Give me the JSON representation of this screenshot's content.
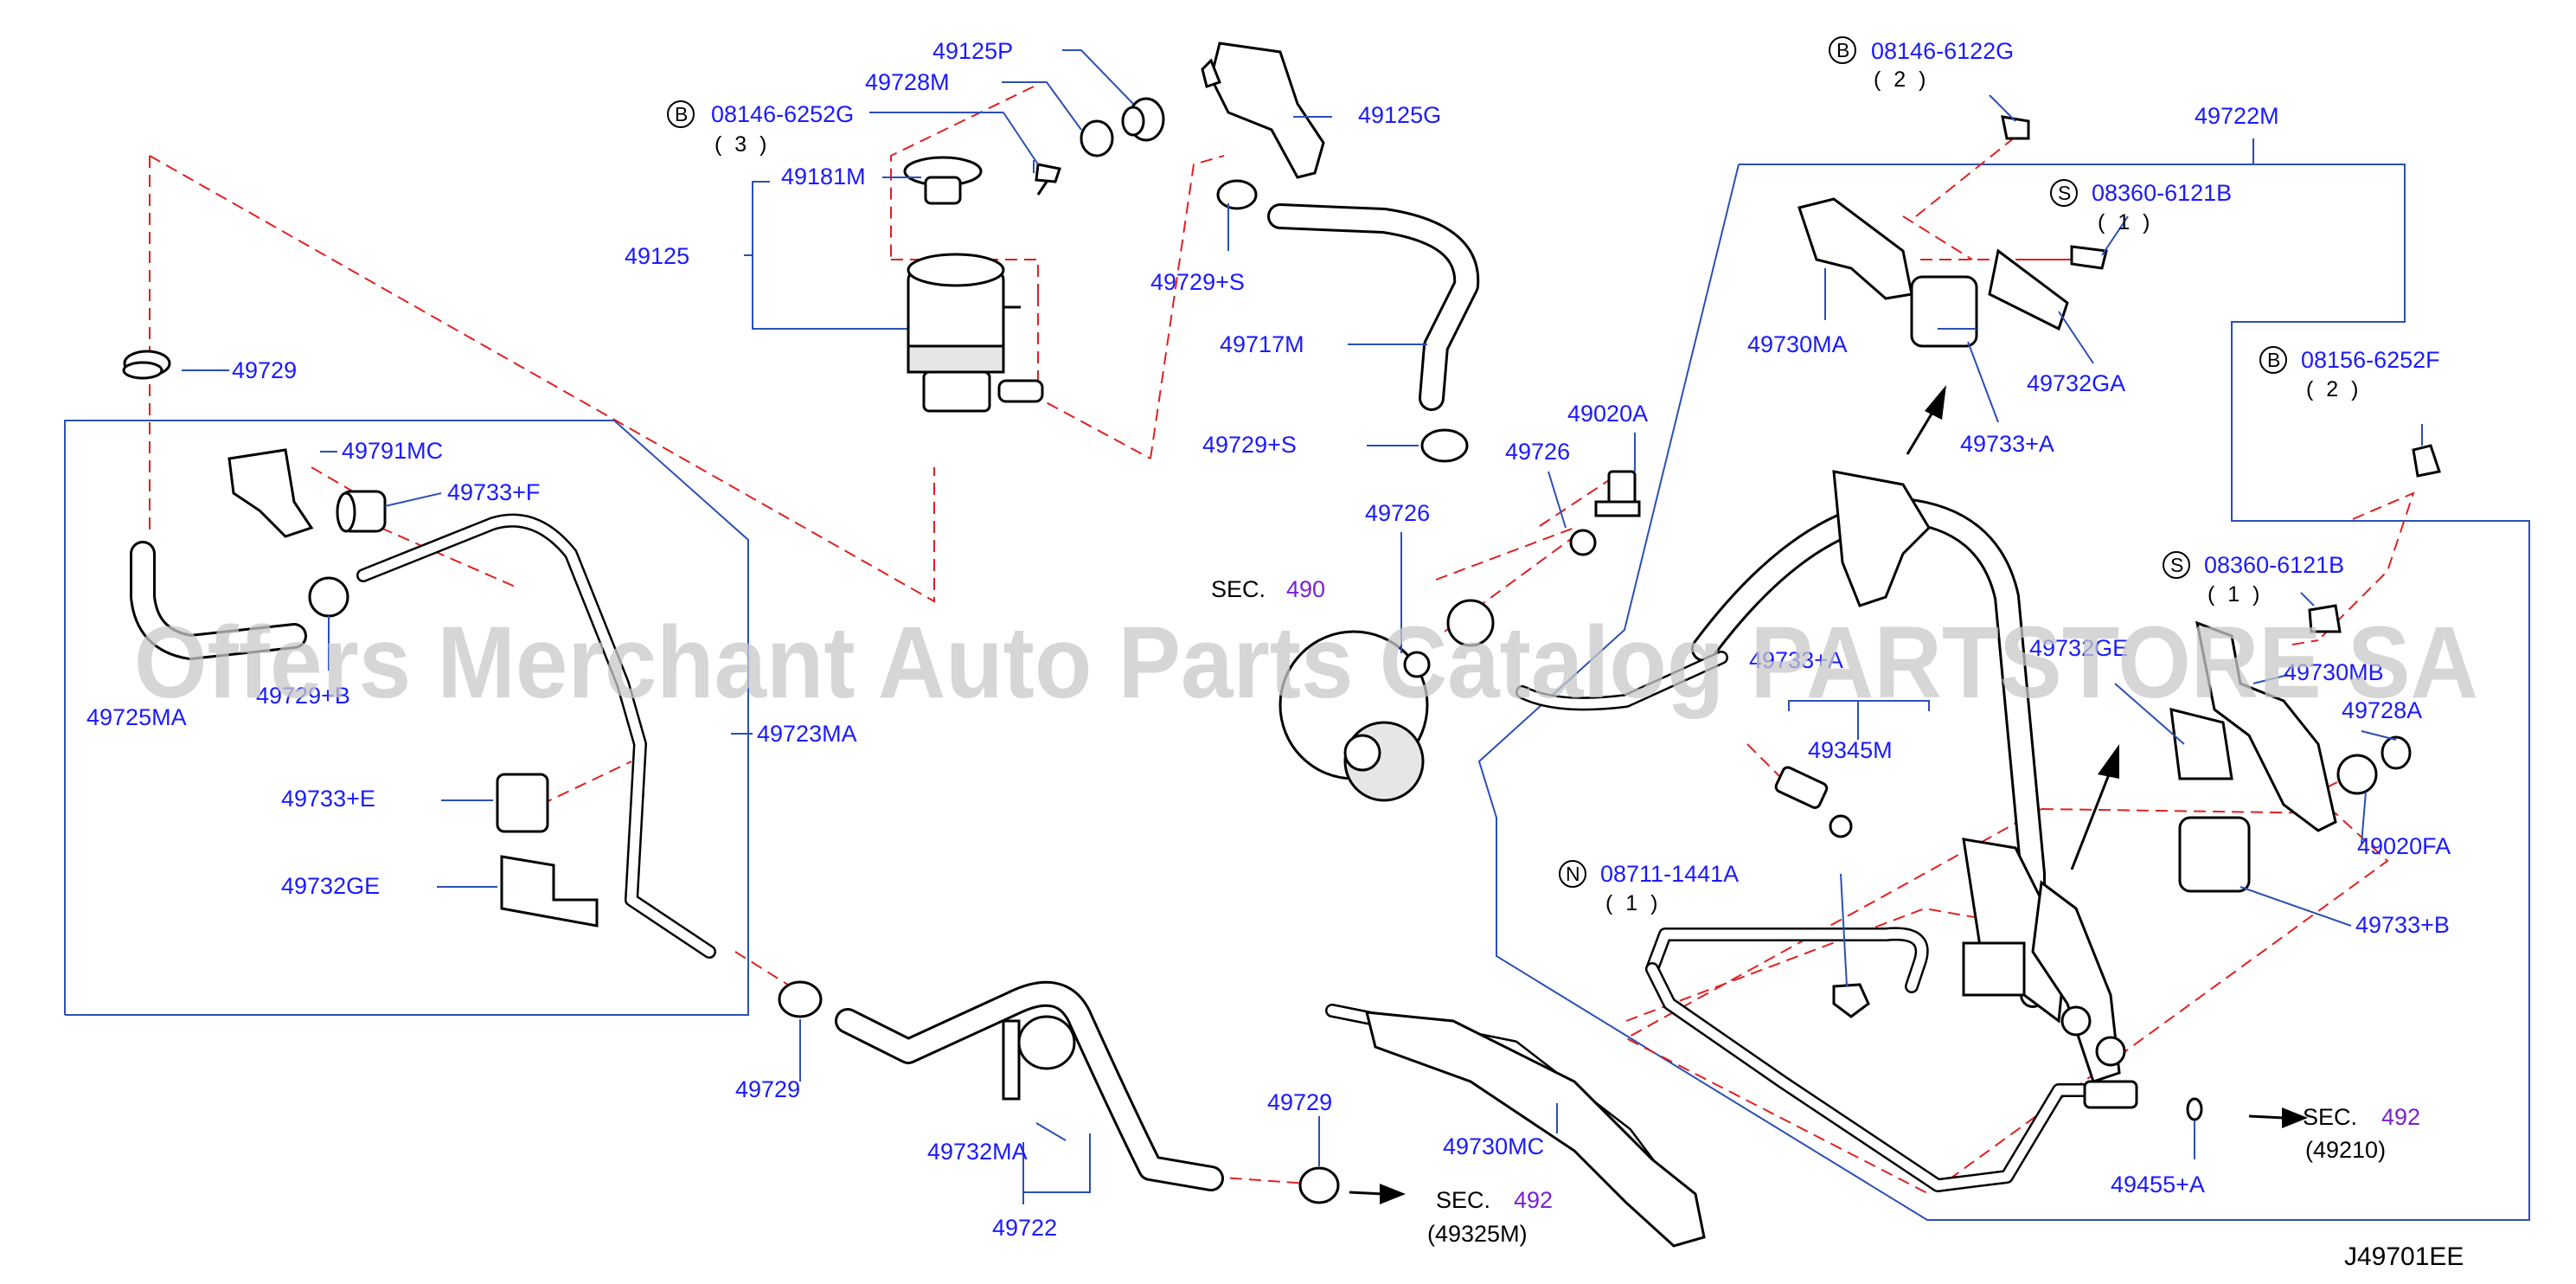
{
  "diagram": {
    "code": "J49701EE",
    "watermark": "Offers Merchant Auto Parts Catalog PARTSTORE SA"
  },
  "labels": {
    "p49125P": "49125P",
    "p49728M": "49728M",
    "p49125G": "49125G",
    "p49181M": "49181M",
    "p49125": "49125",
    "p49729_top": "49729",
    "p49729S_1": "49729+S",
    "p49717M": "49717M",
    "p49729S_2": "49729+S",
    "p49020A": "49020A",
    "p49726_1": "49726",
    "p49726_2": "49726",
    "p49791MC": "49791MC",
    "p49733F": "49733+F",
    "p49725MA": "49725MA",
    "p49729B": "49729+B",
    "p49723MA": "49723MA",
    "p49733E": "49733+E",
    "p49732GE_l": "49732GE",
    "p49729_bl": "49729",
    "p49732MA": "49732MA",
    "p49722_b": "49722",
    "p49729_bm": "49729",
    "p49730MC": "49730MC",
    "p49722M": "49722M",
    "p49730MA": "49730MA",
    "p49732GA": "49732GA",
    "p49733A_top": "49733+A",
    "p49733A_mid": "49733+A",
    "p49345M": "49345M",
    "p49732GE_r": "49732GE",
    "p49730MB": "49730MB",
    "p49728A": "49728A",
    "p49020FA": "49020FA",
    "p49733B": "49733+B",
    "p49455A": "49455+A"
  },
  "callouts": {
    "c1": {
      "letter": "B",
      "part": "08146-6252G",
      "qty": "( 3 )"
    },
    "c2": {
      "letter": "B",
      "part": "08146-6122G",
      "qty": "( 2 )"
    },
    "c3": {
      "letter": "S",
      "part": "08360-6121B",
      "qty": "( 1 )"
    },
    "c4": {
      "letter": "B",
      "part": "08156-6252F",
      "qty": "( 2 )"
    },
    "c5": {
      "letter": "S",
      "part": "08360-6121B",
      "qty": "( 1 )"
    },
    "c6": {
      "letter": "N",
      "part": "08711-1441A",
      "qty": "( 1 )"
    }
  },
  "sections": {
    "s490": {
      "prefix": "SEC.",
      "num": "490"
    },
    "s492a": {
      "prefix": "SEC.",
      "num": "492",
      "ref": "(49325M)"
    },
    "s492b": {
      "prefix": "SEC.",
      "num": "492",
      "ref": "(49210)"
    }
  },
  "colors": {
    "label": "#1a1aff",
    "leader": "#2b4fb5",
    "dashed": "#e02020",
    "section": "#7a1fd6"
  }
}
